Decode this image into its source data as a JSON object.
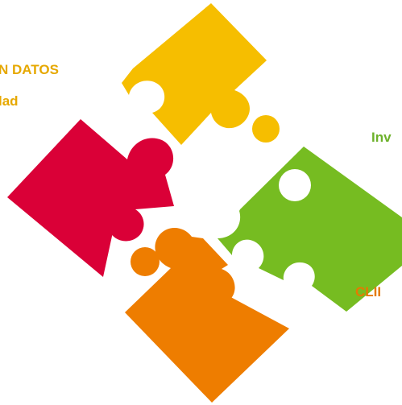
{
  "labels": {
    "top_line_1": "N DATOS",
    "top_line_2": "lad",
    "right": "Inv",
    "bottom": "CLII"
  },
  "pieces": [
    {
      "name": "yellow-piece",
      "color": "#F6BE00"
    },
    {
      "name": "red-piece",
      "color": "#DA0037"
    },
    {
      "name": "green-piece",
      "color": "#76BC21"
    },
    {
      "name": "orange-piece",
      "color": "#EE7D00"
    }
  ],
  "label_colors": {
    "gold": "#E6A800",
    "green": "#6DB12B",
    "orange": "#E57A00"
  }
}
